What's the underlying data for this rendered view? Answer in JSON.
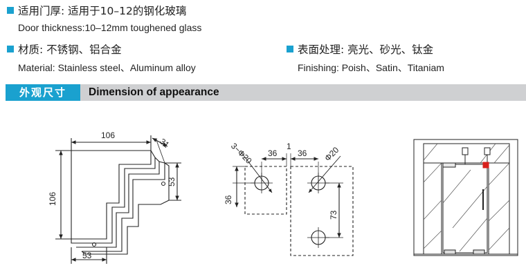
{
  "colors": {
    "bullet": "#1aa1cf",
    "band": "#cfd0d2",
    "tag": "#1aa1cf",
    "accent_red": "#d8201c"
  },
  "specs": {
    "thickness_zh": "适用门厚: 适用于10–12的钢化玻璃",
    "thickness_en": "Door thickness:10–12mm toughened glass",
    "material_zh": "材质: 不锈钢、铝合金",
    "material_en": "Material: Stainless steel、Aluminum alloy",
    "finish_zh": "表面处理: 亮光、砂光、钛金",
    "finish_en": "Finishing: Poish、Satin、Titaniam"
  },
  "section": {
    "tag_zh": "外观尺寸",
    "title_en": "Dimension of appearance"
  },
  "dims": {
    "d106_top": "106",
    "d31": "31",
    "d106_side": "106",
    "d53_right": "53",
    "d53_bottom": "53",
    "d3phi20": "3−Φ20",
    "d36_left_w": "36",
    "d1": "1",
    "d36_right_w": "36",
    "d36_left_h": "36",
    "dphi20": "Φ20",
    "d73": "73"
  }
}
